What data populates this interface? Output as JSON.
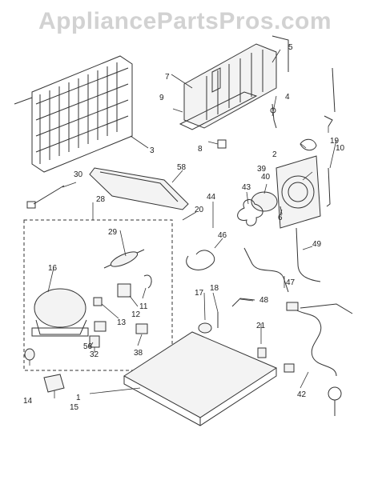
{
  "watermark": "AppliancePartsPros.com",
  "colors": {
    "ink": "#222222",
    "watermark": "#d2d2d2",
    "background": "#ffffff"
  },
  "callouts": {
    "c1": "1",
    "c2": "2",
    "c3": "3",
    "c4": "4",
    "c5": "5",
    "c6": "6",
    "c7": "7",
    "c8": "8",
    "c9": "9",
    "c10": "10",
    "c11": "11",
    "c12": "12",
    "c13": "13",
    "c14": "14",
    "c15": "15",
    "c16": "16",
    "c17": "17",
    "c18": "18",
    "c19": "19",
    "c20": "20",
    "c21": "21",
    "c28": "28",
    "c29": "29",
    "c30": "30",
    "c32": "32",
    "c38": "38",
    "c39": "39",
    "c40": "40",
    "c42": "42",
    "c43": "43",
    "c44": "44",
    "c46": "46",
    "c47": "47",
    "c48": "48",
    "c49": "49",
    "c56": "56",
    "c58": "58"
  }
}
